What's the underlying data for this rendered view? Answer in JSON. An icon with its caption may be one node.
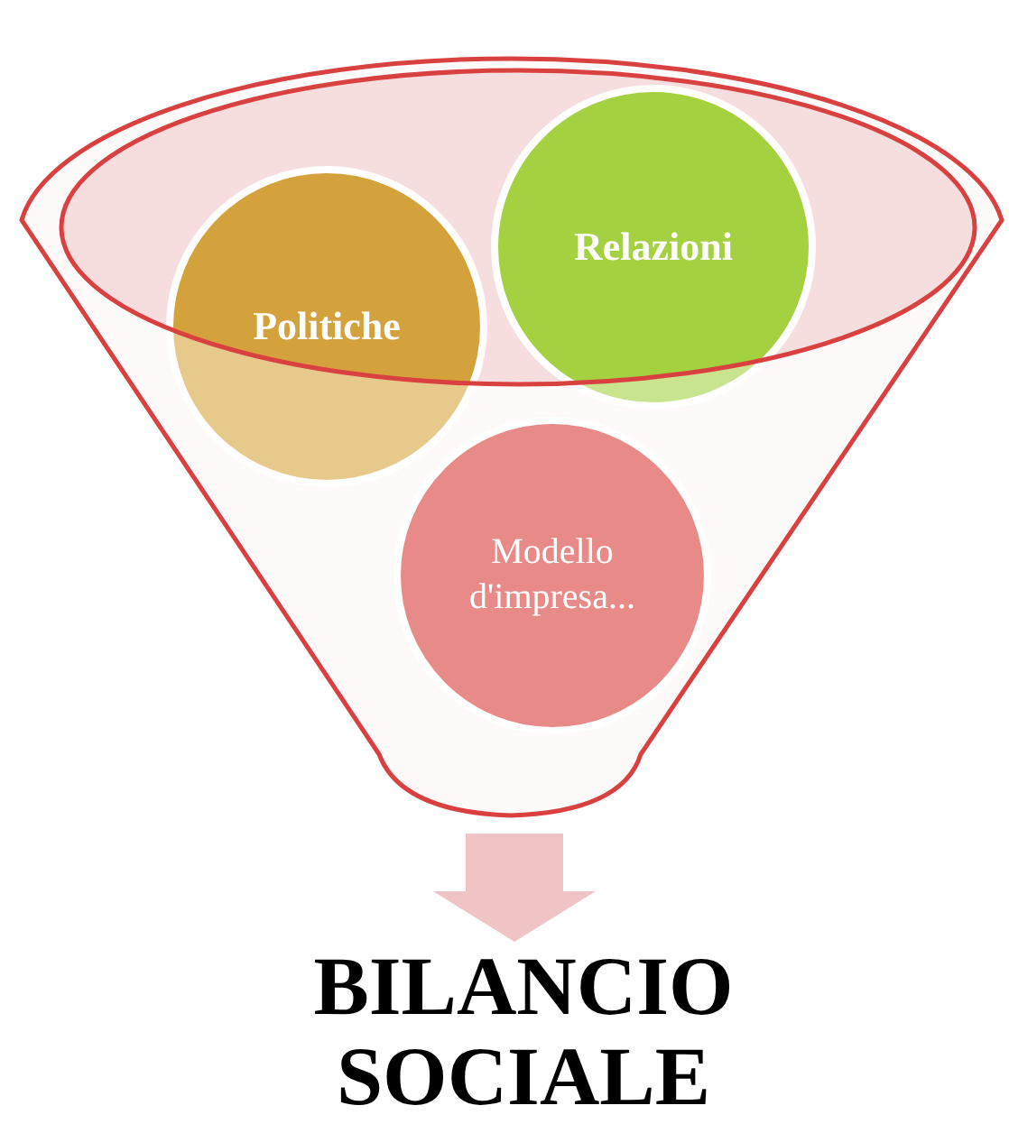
{
  "diagram": {
    "nodes": [
      {
        "text": [],
        "shape": "funnel"
      },
      {
        "text": [
          "Politiche"
        ],
        "in": 0
      },
      {
        "text": [
          "Relazioni"
        ],
        "in": 0
      },
      {
        "text": [
          "Modello d'impresa..."
        ],
        "in": 0
      },
      {
        "text": [
          "BILANCIO SOCIALE"
        ]
      }
    ],
    "edges": [
      {
        "from": 0,
        "to": 4,
        "arrow": "to"
      }
    ]
  }
}
